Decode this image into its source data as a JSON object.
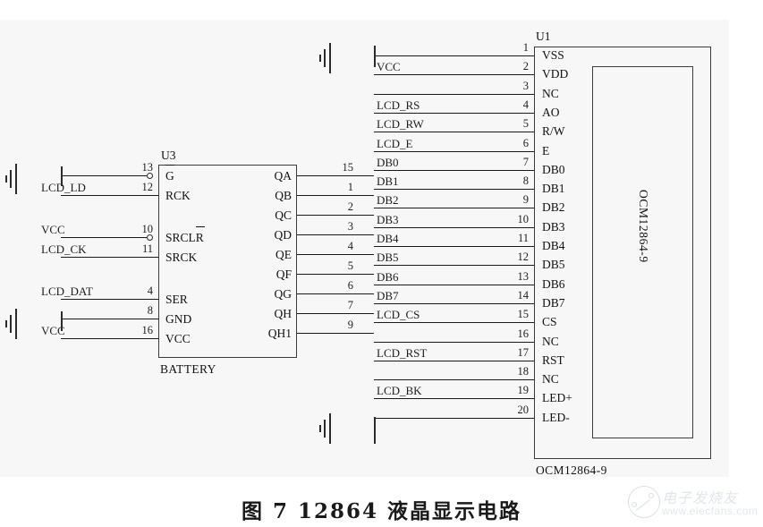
{
  "figure": {
    "caption": "图 7  12864 液晶显示电路"
  },
  "watermark": {
    "brand_cn": "电子发烧友",
    "url": "www.elecfans.com"
  },
  "u3": {
    "refdes": "U3",
    "part_name": "BATTERY",
    "left_pins": [
      {
        "name": "G",
        "overbar": true,
        "number": "13",
        "net": "",
        "bubble": true,
        "ground": true
      },
      {
        "name": "RCK",
        "overbar": false,
        "number": "12",
        "net": "LCD_LD",
        "bubble": false,
        "ground": false
      },
      {
        "name": "SRCLR",
        "overbar": true,
        "number": "10",
        "net": "VCC",
        "bubble": true,
        "ground": false
      },
      {
        "name": "SRCK",
        "overbar": false,
        "number": "11",
        "net": "LCD_CK",
        "bubble": false,
        "ground": false
      },
      {
        "name": "SER",
        "overbar": false,
        "number": "4",
        "net": "LCD_DAT",
        "bubble": false,
        "ground": false
      },
      {
        "name": "GND",
        "overbar": false,
        "number": "8",
        "net": "",
        "bubble": false,
        "ground": true
      },
      {
        "name": "VCC",
        "overbar": false,
        "number": "16",
        "net": "VCC",
        "bubble": false,
        "ground": false
      }
    ],
    "right_pins": [
      {
        "name": "QA",
        "number": "15"
      },
      {
        "name": "QB",
        "number": "1"
      },
      {
        "name": "QC",
        "number": "2"
      },
      {
        "name": "QD",
        "number": "3"
      },
      {
        "name": "QE",
        "number": "4"
      },
      {
        "name": "QF",
        "number": "5"
      },
      {
        "name": "QG",
        "number": "6"
      },
      {
        "name": "QH",
        "number": "7"
      },
      {
        "name": "QH1",
        "number": "9"
      }
    ]
  },
  "u1": {
    "refdes": "U1",
    "part_name": "OCM12864-9",
    "glass_label": "OCM12864-9",
    "pins": [
      {
        "number": "1",
        "name": "VSS",
        "net": "",
        "ground": true
      },
      {
        "number": "2",
        "name": "VDD",
        "net": "VCC",
        "ground": false
      },
      {
        "number": "3",
        "name": "NC",
        "net": "",
        "ground": false
      },
      {
        "number": "4",
        "name": "AO",
        "net": "LCD_RS",
        "ground": false
      },
      {
        "number": "5",
        "name": "R/W",
        "net": "LCD_RW",
        "ground": false
      },
      {
        "number": "6",
        "name": "E",
        "net": "LCD_E",
        "ground": false
      },
      {
        "number": "7",
        "name": "DB0",
        "net": "DB0",
        "ground": false
      },
      {
        "number": "8",
        "name": "DB1",
        "net": "DB1",
        "ground": false
      },
      {
        "number": "9",
        "name": "DB2",
        "net": "DB2",
        "ground": false
      },
      {
        "number": "10",
        "name": "DB3",
        "net": "DB3",
        "ground": false
      },
      {
        "number": "11",
        "name": "DB4",
        "net": "DB4",
        "ground": false
      },
      {
        "number": "12",
        "name": "DB5",
        "net": "DB5",
        "ground": false
      },
      {
        "number": "13",
        "name": "DB6",
        "net": "DB6",
        "ground": false
      },
      {
        "number": "14",
        "name": "DB7",
        "net": "DB7",
        "ground": false
      },
      {
        "number": "15",
        "name": "CS",
        "net": "LCD_CS",
        "ground": false
      },
      {
        "number": "16",
        "name": "NC",
        "net": "",
        "ground": false
      },
      {
        "number": "17",
        "name": "RST",
        "net": "LCD_RST",
        "ground": false
      },
      {
        "number": "18",
        "name": "NC",
        "net": "",
        "ground": false
      },
      {
        "number": "19",
        "name": "LED+",
        "net": "LCD_BK",
        "ground": false
      },
      {
        "number": "20",
        "name": "LED-",
        "net": "",
        "ground": true
      }
    ]
  }
}
